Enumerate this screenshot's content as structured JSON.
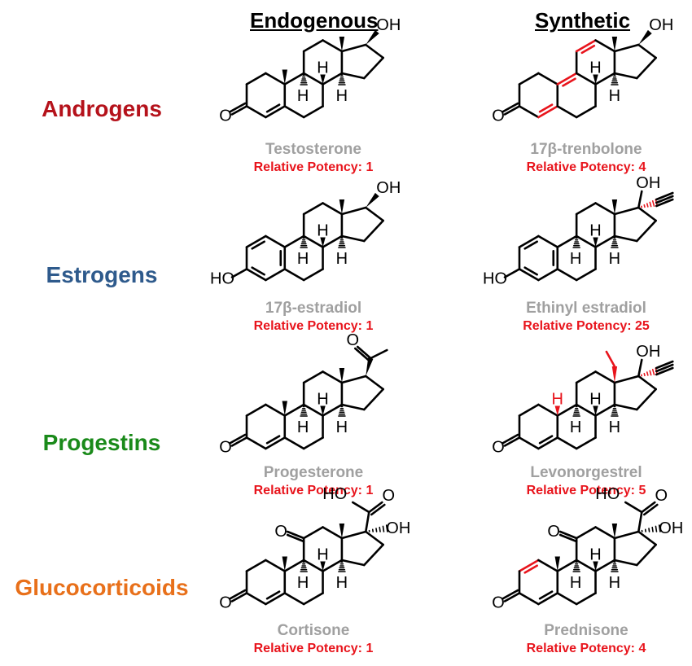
{
  "headers": {
    "endogenous": "Endogenous",
    "synthetic": "Synthetic"
  },
  "colors": {
    "androgens": "#b5121b",
    "estrogens": "#2e5a8c",
    "progestins": "#1a8a1a",
    "glucocorticoids": "#e8701a",
    "compound_name": "#a0a0a0",
    "potency": "#e8141c",
    "highlight_bonds": "#e8141c"
  },
  "rows": [
    {
      "class_label": "Androgens",
      "endogenous": {
        "name": "Testosterone",
        "potency": "Relative Potency: 1"
      },
      "synthetic": {
        "name": "17β-trenbolone",
        "potency": "Relative Potency: 4"
      }
    },
    {
      "class_label": "Estrogens",
      "endogenous": {
        "name": "17β-estradiol",
        "potency": "Relative Potency: 1"
      },
      "synthetic": {
        "name": "Ethinyl estradiol",
        "potency": "Relative Potency: 25"
      }
    },
    {
      "class_label": "Progestins",
      "endogenous": {
        "name": "Progesterone",
        "potency": "Relative Potency: 1"
      },
      "synthetic": {
        "name": "Levonorgestrel",
        "potency": "Relative Potency: 5"
      }
    },
    {
      "class_label": "Glucocorticoids",
      "endogenous": {
        "name": "Cortisone",
        "potency": "Relative Potency: 1"
      },
      "synthetic": {
        "name": "Prednisone",
        "potency": "Relative Potency: 4"
      }
    }
  ],
  "atom_labels": {
    "oh": "OH",
    "ho": "HO",
    "h": "H",
    "o": "O"
  }
}
